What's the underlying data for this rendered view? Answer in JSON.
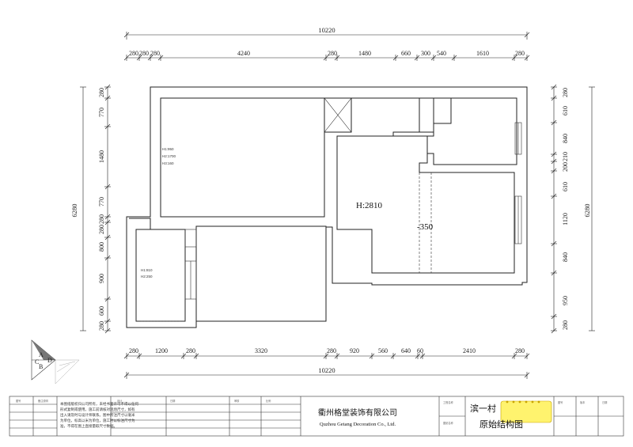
{
  "dimensions": {
    "top_total": "10220",
    "top_segments": [
      "280",
      "280",
      "280",
      "4240",
      "280",
      "1480",
      "660",
      "300",
      "540",
      "1610",
      "280"
    ],
    "bottom_segments": [
      "280",
      "1200",
      "280",
      "3320",
      "280",
      "920",
      "560",
      "640",
      "60",
      "2410",
      "280"
    ],
    "bottom_total": "10220",
    "left_segments": [
      "280",
      "770",
      "1480",
      "770",
      "280",
      "280",
      "800",
      "900",
      "600",
      "280"
    ],
    "left_total": "6280",
    "right_segments": [
      "280",
      "610",
      "840",
      "210",
      "200",
      "610",
      "1120",
      "840",
      "950",
      "280"
    ],
    "right_total": "6280"
  },
  "labels": {
    "height": "H:2810",
    "beam": "-350",
    "window_a": [
      "H1:950",
      "H2:1700",
      "H3:160"
    ],
    "window_b": [
      "H1:810",
      "H2:250"
    ]
  },
  "compass": {
    "a": "A",
    "b": "B",
    "c": "C",
    "d": "D"
  },
  "title_block": {
    "company_cn": "衢州格堂装饰有限公司",
    "company_en": "Quzhou Getang Decoration Co., Ltd.",
    "project_name": "滨一村",
    "drawing_title": "原始结构图",
    "notes": [
      "本图纸版权归公司所有，未经书面许可不得以任何",
      "形式复制或使用。施工前请核对现场尺寸，如有",
      "出入请及时与设计师联系。图中所注尺寸以毫米",
      "为单位，标高以米为单位，施工时以标注尺寸为",
      "准，不得在图上直接量取尺寸数据。"
    ]
  },
  "colors": {
    "line": "#222222",
    "highlight": "#fff36e",
    "compass_fill": "#777777"
  }
}
